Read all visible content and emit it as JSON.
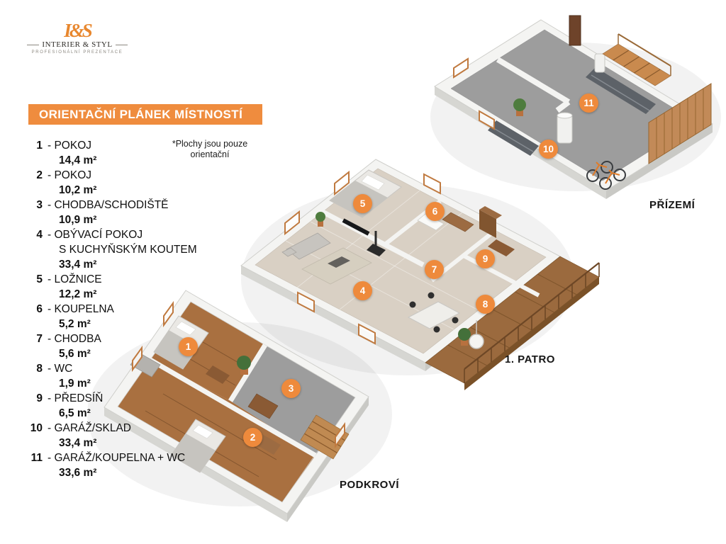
{
  "logo": {
    "monogram": "I&S",
    "name": "INTERIER & STYL",
    "tagline": "PROFESIONÁLNÍ PREZENTACE"
  },
  "title_banner": "ORIENTAČNÍ PLÁNEK MÍSTNOSTÍ",
  "note": {
    "line1": "*Plochy jsou pouze",
    "line2": "orientační"
  },
  "legend": {
    "items": [
      {
        "num": "1",
        "label": "- POKOJ",
        "area": "14,4 m²"
      },
      {
        "num": "2",
        "label": "- POKOJ",
        "area": "10,2 m²"
      },
      {
        "num": "3",
        "label": "- CHODBA/SCHODIŠTĚ",
        "area": "10,9 m²"
      },
      {
        "num": "4",
        "label": "- OBÝVACÍ POKOJ",
        "label2": "S KUCHYŇSKÝM KOUTEM",
        "area": "33,4 m²"
      },
      {
        "num": "5",
        "label": "- LOŽNICE",
        "area": "12,2 m²"
      },
      {
        "num": "6",
        "label": "- KOUPELNA",
        "area": "5,2 m²"
      },
      {
        "num": "7",
        "label": "- CHODBA",
        "area": "5,6 m²"
      },
      {
        "num": "8",
        "label": "- WC",
        "area": "1,9 m²"
      },
      {
        "num": "9",
        "label": "- PŘEDSÍŇ",
        "area": "6,5 m²"
      },
      {
        "num": "10",
        "label": "- GARÁŽ/SKLAD",
        "area": "33,4 m²"
      },
      {
        "num": "11",
        "label": "- GARÁŽ/KOUPELNA + WC",
        "area": "33,6 m²"
      }
    ]
  },
  "floors": {
    "ground": {
      "label": "PŘÍZEMÍ"
    },
    "first": {
      "label": "1. PATRO"
    },
    "attic": {
      "label": "PODKROVÍ"
    }
  },
  "markers": [
    {
      "num": "1"
    },
    {
      "num": "2"
    },
    {
      "num": "3"
    },
    {
      "num": "4"
    },
    {
      "num": "5"
    },
    {
      "num": "6"
    },
    {
      "num": "7"
    },
    {
      "num": "8"
    },
    {
      "num": "9"
    },
    {
      "num": "10"
    },
    {
      "num": "11"
    }
  ],
  "colors": {
    "accent_orange": "#ee8a3c",
    "banner_orange": "#ef8c3e",
    "wood_floor": "#a97040",
    "gray_floor": "#9d9d9d",
    "tile_floor": "#d9d0c4",
    "wall_white": "#f4f4f2"
  }
}
